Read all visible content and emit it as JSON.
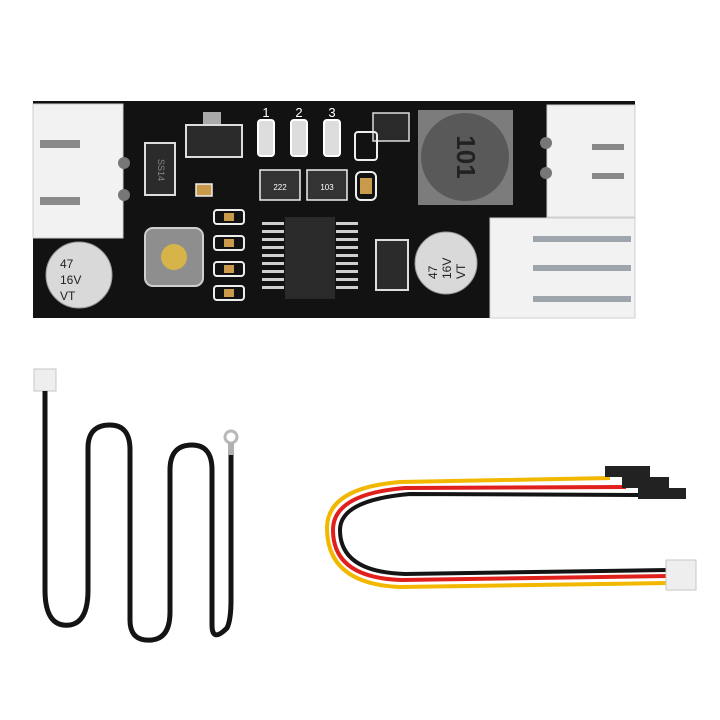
{
  "scene": {
    "description": "Product photo of a PWM fan controller PCB module with two cables",
    "background": "#ffffff"
  },
  "pcb": {
    "board_color": "#111111",
    "led_labels": [
      "1",
      "2",
      "3"
    ],
    "resistor_array_codes": [
      "222",
      "103"
    ],
    "inductor_marking": "101",
    "diode_marking": "SS14",
    "capacitor_left": {
      "value": "47",
      "voltage": "16V",
      "series": "VT"
    },
    "capacitor_right": {
      "value": "47",
      "voltage": "16V",
      "series": "VT"
    },
    "button": "tactile-push-button",
    "connectors": [
      "2-pin-input-left",
      "2-pin-output-right",
      "3-pin-fan-right"
    ]
  },
  "cables": {
    "temperature_probe": {
      "wire_color": "#111111",
      "end": "ring-terminal",
      "connector": "2-pin"
    },
    "fan_cable": {
      "wire_colors": [
        "#f2b800",
        "#e0201c",
        "#151515"
      ],
      "ends": [
        "dupont-3x",
        "3-pin-jst"
      ]
    }
  }
}
